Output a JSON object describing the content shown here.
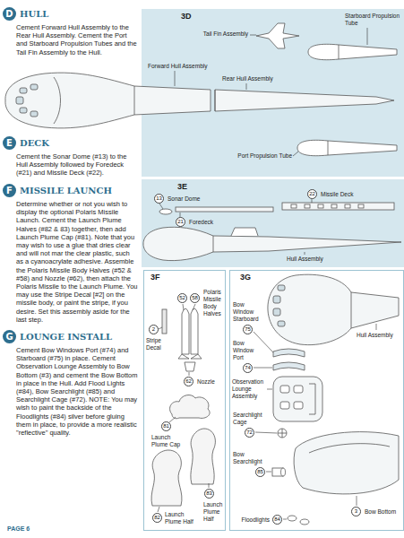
{
  "diagram": {
    "nodes": [
      {
        "text": [
          "D",
          "HULL"
        ]
      },
      {
        "text": [
          "E",
          "DECK"
        ]
      },
      {
        "text": [
          "F",
          "MISSILE LAUNCH"
        ]
      },
      {
        "text": [
          "G",
          "LOUNGE INSTALL"
        ]
      },
      {
        "text": [
          "3D"
        ]
      },
      {
        "text": [
          "3E"
        ]
      },
      {
        "text": [
          "13",
          "Sonar Dome"
        ],
        "in": 5
      },
      {
        "text": [
          "22",
          "Missile Deck"
        ],
        "in": 5
      },
      {
        "text": [
          "21",
          "Foredeck"
        ],
        "in": 5
      },
      {
        "text": [
          "3F"
        ]
      },
      {
        "text": [
          "52"
        ],
        "in": 9
      },
      {
        "text": [
          "58",
          "Polaris Missile Body Halves"
        ],
        "in": 9
      },
      {
        "text": [
          "2",
          "Stripe Decal"
        ],
        "in": 9
      },
      {
        "text": [
          "62",
          "Nozzle"
        ],
        "in": 9
      },
      {
        "text": [
          "81",
          "Launch Plume Cap"
        ],
        "in": 9
      },
      {
        "text": [
          "83",
          "Launch Plume Half"
        ],
        "in": 9
      },
      {
        "text": [
          "82",
          "Launch Plume Half"
        ],
        "in": 9
      },
      {
        "text": [
          "3G"
        ]
      },
      {
        "text": [
          "75",
          "Bow Window Starboard"
        ],
        "in": 17
      },
      {
        "text": [
          "74",
          "Bow Window Port"
        ],
        "in": 17
      },
      {
        "text": [
          "72",
          "Searchlight Cage"
        ],
        "in": 17
      },
      {
        "text": [
          "85",
          "Bow Searchlight"
        ],
        "in": 17
      },
      {
        "text": [
          "3",
          "Bow Bottom"
        ],
        "in": 17
      },
      {
        "text": [
          "84",
          "Floodlights"
        ],
        "in": 17
      }
    ],
    "labels": [
      "Cement Forward Hull Assembly to the Rear Hull Assembly. Cement the Port and Starboard Propulsion Tubes and the Tail Fin Assembly to the Hull.",
      "Cement the Sonar Dome (#13) to the Hull Assembly followed by Foredeck (#21) and Missile Deck (#22).",
      "Determine whether or not you wish to display the optional Polaris Missile Launch. Cement the Launch Plume Halves (#82 & 83) together, then add Launch Plume Cap (#81). Note that you may wish to use a glue that dries clear and will not mar the clear plastic, such as a cyanoacrylate adhesive. Assemble the Polaris Missile Body Halves (#52 & #58) and Nozzle (#62), then attach the Polaris Missile to the Launch Plume. You may use the Stripe Decal [#2] on the missile body, or paint the stripe, if you desire. Set this assembly aside for the last step.",
      "Cement Bow Windows Port (#74) and Starboard (#75) in place. Cement Observation Lounge Assembly to Bow Bottom (#3) and cement the Bow Bottom in place in the Hull. Add Flood Lights (#84), Bow Searchlight (#85) and Searchlight Cage (#72). NOTE: You may wish to paint the backside of the Floodlights (#84) silver before gluing them in place, to provide a more realistic \"reflective\" quality.",
      "Tail Fin Assembly",
      "Starboard Propulsion Tube",
      "Forward Hull Assembly",
      "Rear Hull Assembly",
      "Port Propulsion Tube",
      "Hull Assembly",
      "Hull Assembly",
      "Observation Lounge Assembly",
      "PAGE 6"
    ]
  }
}
